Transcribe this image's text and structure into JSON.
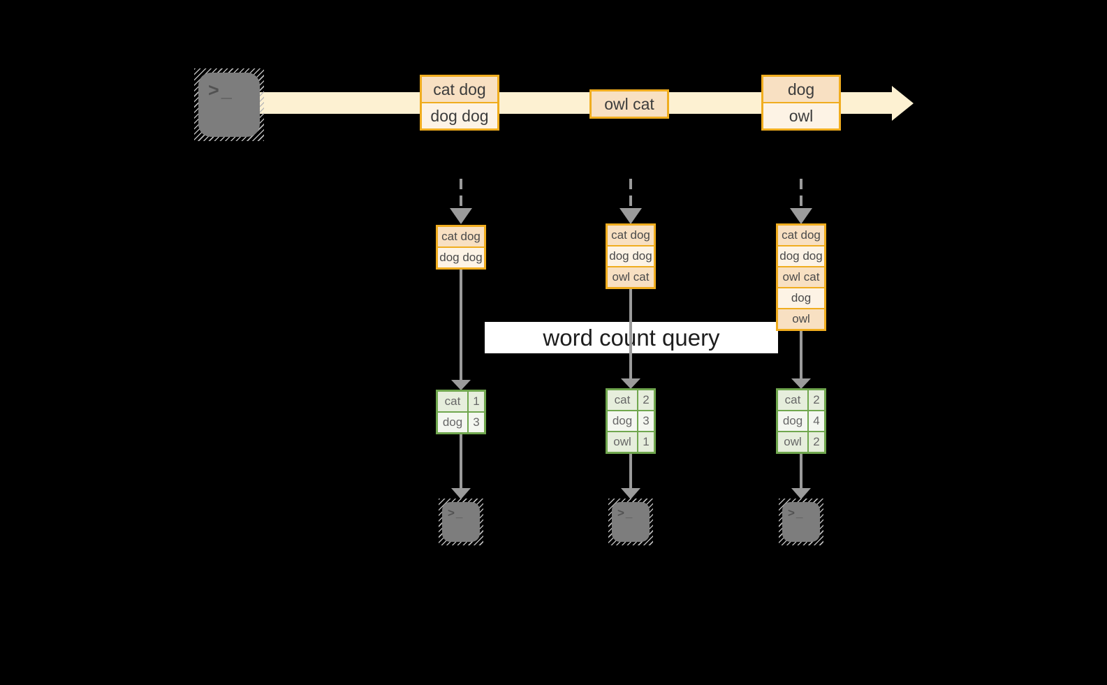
{
  "query_label": {
    "text": "word count query"
  },
  "icons": {
    "terminal_glyph": ">_",
    "stream_arrowhead": "right-arrow"
  },
  "stream": {
    "events": [
      [
        "cat dog",
        "dog dog"
      ],
      [
        "owl cat"
      ],
      [
        "dog",
        "owl"
      ]
    ]
  },
  "columns": [
    {
      "buffer": [
        "cat dog",
        "dog dog"
      ],
      "counts": [
        {
          "word": "cat",
          "count": "1"
        },
        {
          "word": "dog",
          "count": "3"
        }
      ]
    },
    {
      "buffer": [
        "cat dog",
        "dog dog",
        "owl cat"
      ],
      "counts": [
        {
          "word": "cat",
          "count": "2"
        },
        {
          "word": "dog",
          "count": "3"
        },
        {
          "word": "owl",
          "count": "1"
        }
      ]
    },
    {
      "buffer": [
        "cat dog",
        "dog dog",
        "owl cat",
        "dog",
        "owl"
      ],
      "counts": [
        {
          "word": "cat",
          "count": "2"
        },
        {
          "word": "dog",
          "count": "4"
        },
        {
          "word": "owl",
          "count": "2"
        }
      ]
    }
  ],
  "colors": {
    "background": "#000000",
    "stream_band": "#fdf1d2",
    "event_border": "#f0ad1f",
    "event_fill_dark": "#f8e0c2",
    "event_fill_light": "#fdf3e5",
    "table_border": "#70a74e",
    "table_fill_tint": "#e6eedc",
    "table_fill_light": "#f4f7f0",
    "arrow_gray": "#9b9b9b",
    "terminal_gray": "#7d7d7d",
    "banner_bg": "#ffffff"
  }
}
